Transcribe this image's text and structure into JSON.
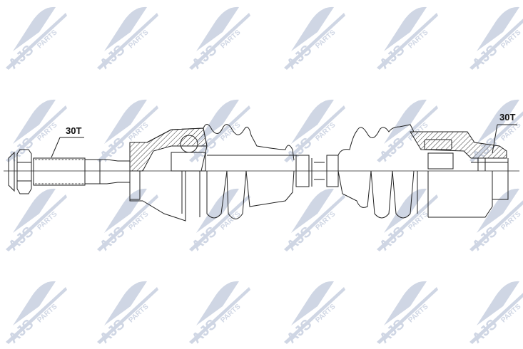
{
  "diagram": {
    "type": "drive shaft technical drawing",
    "labels": {
      "left_spline": "30T",
      "right_spline": "30T"
    }
  },
  "watermark": {
    "text_main": "AJS",
    "text_sub": "PARTS",
    "color": "#cfd6e4",
    "columns_x": [
      0,
      128,
      257,
      390,
      520,
      650
    ],
    "rows_y": [
      0,
      130,
      255,
      385
    ]
  },
  "colors": {
    "line": "#222222",
    "background": "#ffffff"
  }
}
